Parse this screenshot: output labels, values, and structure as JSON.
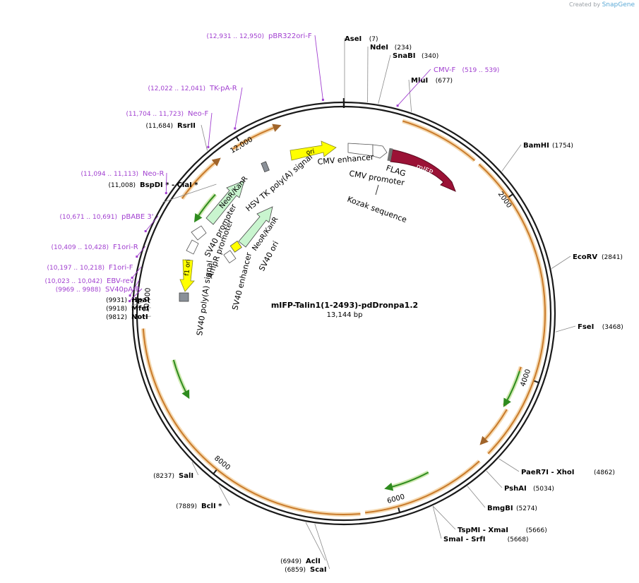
{
  "credit": {
    "prefix": "Created by",
    "brand": "SnapGene"
  },
  "plasmid": {
    "name": "mIFP-Talin1(1-2493)-pdDronpa1.2",
    "size_label": "13,144 bp",
    "length": 13144
  },
  "ticks": [
    "2000",
    "4000",
    "6000",
    "8000",
    "10,000",
    "12,000"
  ],
  "sites": [
    {
      "name": "AseI",
      "pos": "(7)",
      "site": 7
    },
    {
      "name": "NdeI",
      "pos": "(234)",
      "site": 234
    },
    {
      "name": "SnaBI",
      "pos": "(340)",
      "site": 340
    },
    {
      "name": "MluI",
      "pos": "(677)",
      "site": 677
    },
    {
      "name": "BamHI",
      "pos": "(1754)",
      "site": 1754
    },
    {
      "name": "EcoRV",
      "pos": "(2841)",
      "site": 2841
    },
    {
      "name": "FseI",
      "pos": "(3468)",
      "site": 3468
    },
    {
      "name": "PaeR7I   - XhoI",
      "pos": "(4862)",
      "site": 4862
    },
    {
      "name": "PshAI",
      "pos": "(5034)",
      "site": 5034
    },
    {
      "name": "BmgBI",
      "pos": "(5274)",
      "site": 5274
    },
    {
      "name": "TspMI   - XmaI",
      "pos": "(5666)",
      "site": 5666
    },
    {
      "name": "SmaI   - SrfI",
      "pos": "(5668)",
      "site": 5668
    },
    {
      "name": "AclI",
      "pos": "(6949)",
      "site": 6949
    },
    {
      "name": "ScaI",
      "pos": "(6859)",
      "site": 6859
    },
    {
      "name": "BclI *",
      "pos": "(7889)",
      "site": 7889
    },
    {
      "name": "SalI",
      "pos": "(8237)",
      "site": 8237
    },
    {
      "name": "NotI",
      "pos": "(9812)",
      "site": 9812
    },
    {
      "name": "MfeI",
      "pos": "(9918)",
      "site": 9918
    },
    {
      "name": "HpaI",
      "pos": "(9931)",
      "site": 9931
    },
    {
      "name": "BspDI *  - ClaI *",
      "pos": "(11,008)",
      "site": 11008
    },
    {
      "name": "RsrII",
      "pos": "(11,684)",
      "site": 11684
    }
  ],
  "primers": [
    {
      "name": "pBR322ori-F",
      "range": "(12,931 .. 12,950)",
      "site": 12940
    },
    {
      "name": "CMV-F",
      "range": "(519 .. 539)",
      "site": 529
    },
    {
      "name": "TK-pA-R",
      "range": "(12,022 .. 12,041)",
      "site": 12031
    },
    {
      "name": "Neo-F",
      "range": "(11,704 .. 11,723)",
      "site": 11713
    },
    {
      "name": "Neo-R",
      "range": "(11,094 .. 11,113)",
      "site": 11103
    },
    {
      "name": "pBABE 3'",
      "range": "(10,671 .. 10,691)",
      "site": 10681
    },
    {
      "name": "F1ori-R",
      "range": "(10,409 .. 10,428)",
      "site": 10418
    },
    {
      "name": "F1ori-F",
      "range": "(10,197 .. 10,218)",
      "site": 10207
    },
    {
      "name": "EBV-rev",
      "range": "(10,023 .. 10,042)",
      "site": 10032
    },
    {
      "name": "SV40pA-R",
      "range": "(9969 .. 9988)",
      "site": 9978
    }
  ],
  "features": [
    {
      "name": "mIFP",
      "type": "cds"
    },
    {
      "name": "ori",
      "type": "ori"
    },
    {
      "name": "f1 ori",
      "type": "ori"
    },
    {
      "name": "CMV enhancer",
      "type": "enhancer"
    },
    {
      "name": "CMV promoter",
      "type": "promoter"
    },
    {
      "name": "FLAG",
      "type": "tag"
    },
    {
      "name": "Kozak sequence",
      "type": "misc"
    },
    {
      "name": "HSV TK poly(A) signal",
      "type": "terminator"
    },
    {
      "name": "NeoR/KanR",
      "type": "marker"
    },
    {
      "name": "SV40 promoter",
      "type": "promoter"
    },
    {
      "name": "AmpR promoter",
      "type": "promoter"
    },
    {
      "name": "SV40 poly(A) signal",
      "type": "terminator"
    },
    {
      "name": "NeoR/KanR",
      "type": "marker"
    },
    {
      "name": "SV40 ori",
      "type": "ori"
    },
    {
      "name": "SV40 enhancer",
      "type": "enhancer"
    }
  ],
  "colors": {
    "ring": "#1a1a1a",
    "orange": "#e8a24a",
    "green": "#2e8b1e",
    "primer": "#a13fd0",
    "mifp": "#9b1236",
    "ori": "#ffff00",
    "marker": "#c9f5cf",
    "leader": "#8a8a8a"
  }
}
